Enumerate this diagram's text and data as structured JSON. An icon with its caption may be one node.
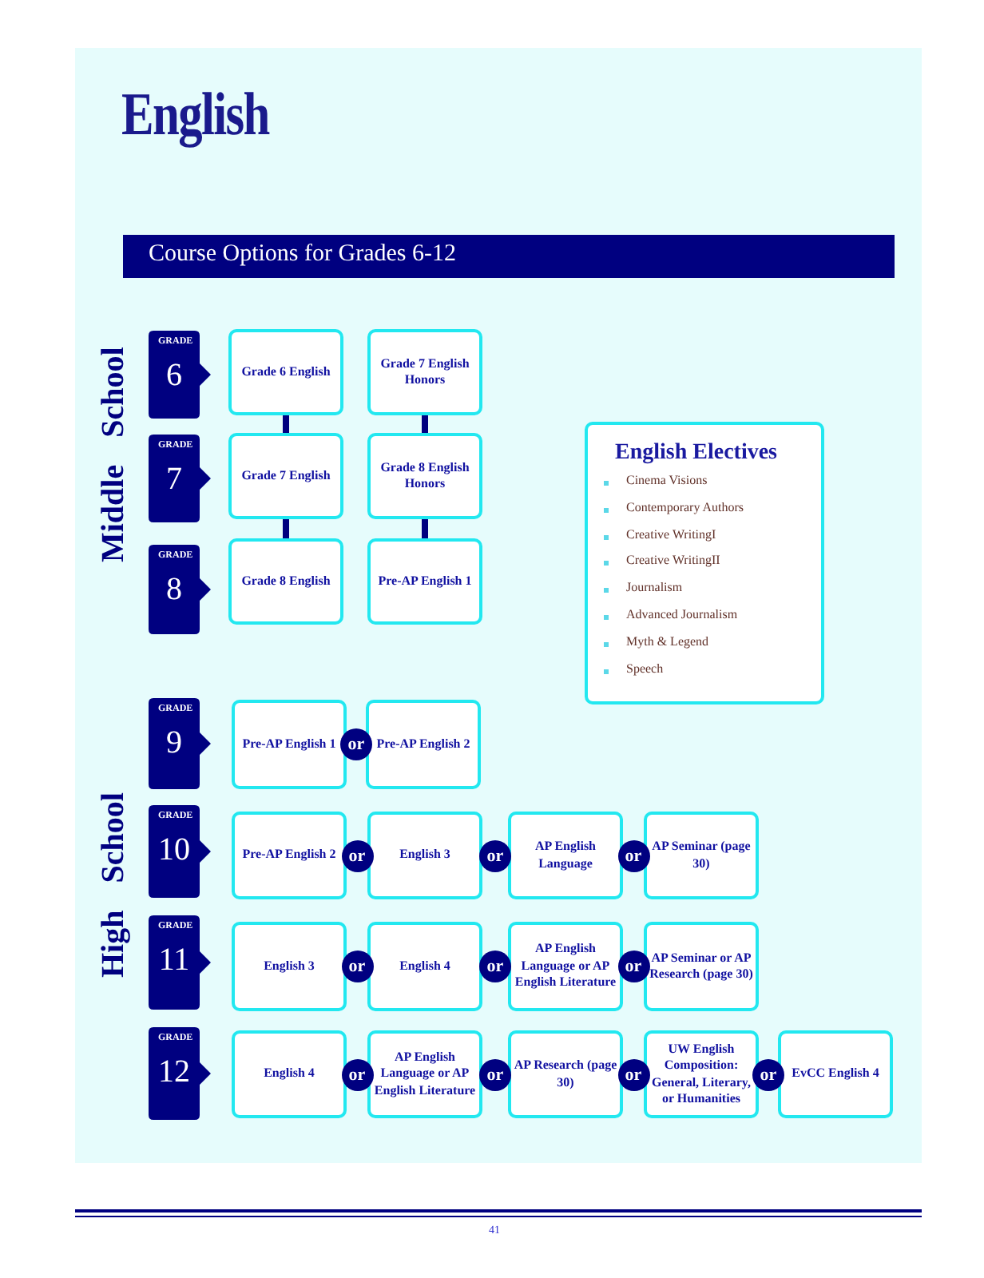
{
  "diagram": {
    "title": "English",
    "nodes": [
      {
        "text": [
          "GRADE",
          "6"
        ]
      },
      {
        "text": [
          "Grade 6 English"
        ]
      },
      {
        "text": [
          "Grade 7 English Honors"
        ]
      },
      {
        "text": [
          "GRADE",
          "7"
        ]
      },
      {
        "text": [
          "Grade 7 English"
        ]
      },
      {
        "text": [
          "Grade 8 English Honors"
        ]
      },
      {
        "text": [
          "English Electives",
          "Cinema Visions",
          "Contemporary Authors",
          "Creative WritingI",
          "Creative WritingII",
          "Journalism",
          "Advanced Journalism",
          "Myth & Legend",
          "Speech"
        ]
      },
      {
        "text": [
          "GRADE",
          "8"
        ]
      },
      {
        "text": [
          "Grade 8 English"
        ]
      },
      {
        "text": [
          "Pre-AP English 1"
        ]
      },
      {
        "text": [
          "GRADE",
          "9"
        ]
      },
      {
        "text": [
          "Pre-AP English 1"
        ]
      },
      {
        "text": [
          "or"
        ]
      },
      {
        "text": [
          "Pre-AP English 2"
        ]
      },
      {
        "text": [
          "GRADE",
          "10"
        ]
      },
      {
        "text": [
          "Pre-AP English 2"
        ]
      },
      {
        "text": [
          "or"
        ]
      },
      {
        "text": [
          "English 3"
        ]
      },
      {
        "text": [
          "or"
        ]
      },
      {
        "text": [
          "AP English Language"
        ]
      },
      {
        "text": [
          "or"
        ]
      },
      {
        "text": [
          "AP Seminar (page 30)"
        ]
      },
      {
        "text": [
          "GRADE",
          "11"
        ]
      },
      {
        "text": [
          "English 3"
        ]
      },
      {
        "text": [
          "or"
        ]
      },
      {
        "text": [
          "English 4"
        ]
      },
      {
        "text": [
          "or"
        ]
      },
      {
        "text": [
          "AP English Language or AP English Literature"
        ]
      },
      {
        "text": [
          "or"
        ]
      },
      {
        "text": [
          "AP Seminar or AP Research (page 30)"
        ]
      },
      {
        "text": [
          "GRADE",
          "12"
        ]
      },
      {
        "text": [
          "English 4"
        ]
      },
      {
        "text": [
          "or"
        ]
      },
      {
        "text": [
          "AP English Language or AP English Literature"
        ]
      },
      {
        "text": [
          "or"
        ]
      },
      {
        "text": [
          "AP Research (page 30)"
        ]
      },
      {
        "text": [
          "or"
        ]
      },
      {
        "text": [
          "UW English Composition: General, Literary, or Humanities"
        ]
      },
      {
        "text": [
          "or"
        ]
      },
      {
        "text": [
          "EvCC English 4"
        ]
      }
    ],
    "edges": [
      {
        "from": 1,
        "to": 4,
        "arrow": "none"
      },
      {
        "from": 2,
        "to": 5,
        "arrow": "none"
      },
      {
        "from": 4,
        "to": 8,
        "arrow": "none"
      },
      {
        "from": 5,
        "to": 9,
        "arrow": "none"
      }
    ],
    "labels": [
      "Course Options for Grades 6-12",
      "Middle School",
      "High School",
      "41"
    ]
  }
}
